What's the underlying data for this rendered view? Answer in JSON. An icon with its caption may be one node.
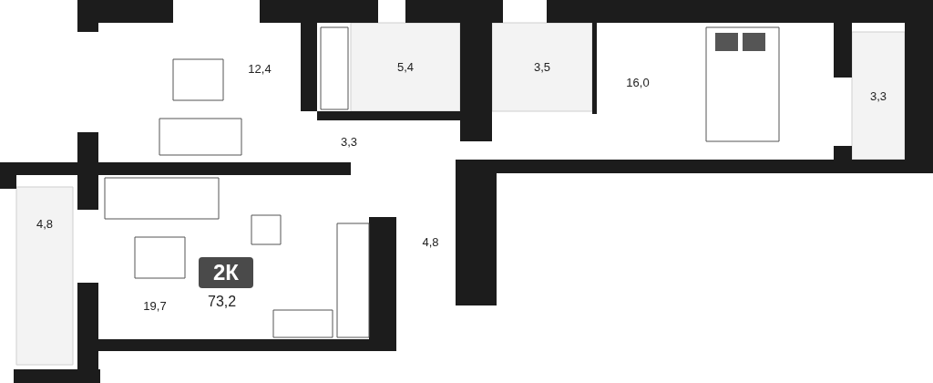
{
  "diagram": {
    "nodes": [
      {
        "text": [
          "12,4"
        ]
      },
      {
        "text": [
          "5,4"
        ]
      },
      {
        "text": [
          "3,5"
        ]
      },
      {
        "text": [
          "16,0"
        ]
      },
      {
        "text": [
          "3,3"
        ]
      },
      {
        "text": [
          "3,3"
        ]
      },
      {
        "text": [
          "4,8"
        ]
      },
      {
        "text": [
          "4,8"
        ]
      },
      {
        "text": [
          "19,7"
        ]
      },
      {
        "text": [
          "2К"
        ],
        "beside": [
          "73,2"
        ]
      }
    ]
  }
}
